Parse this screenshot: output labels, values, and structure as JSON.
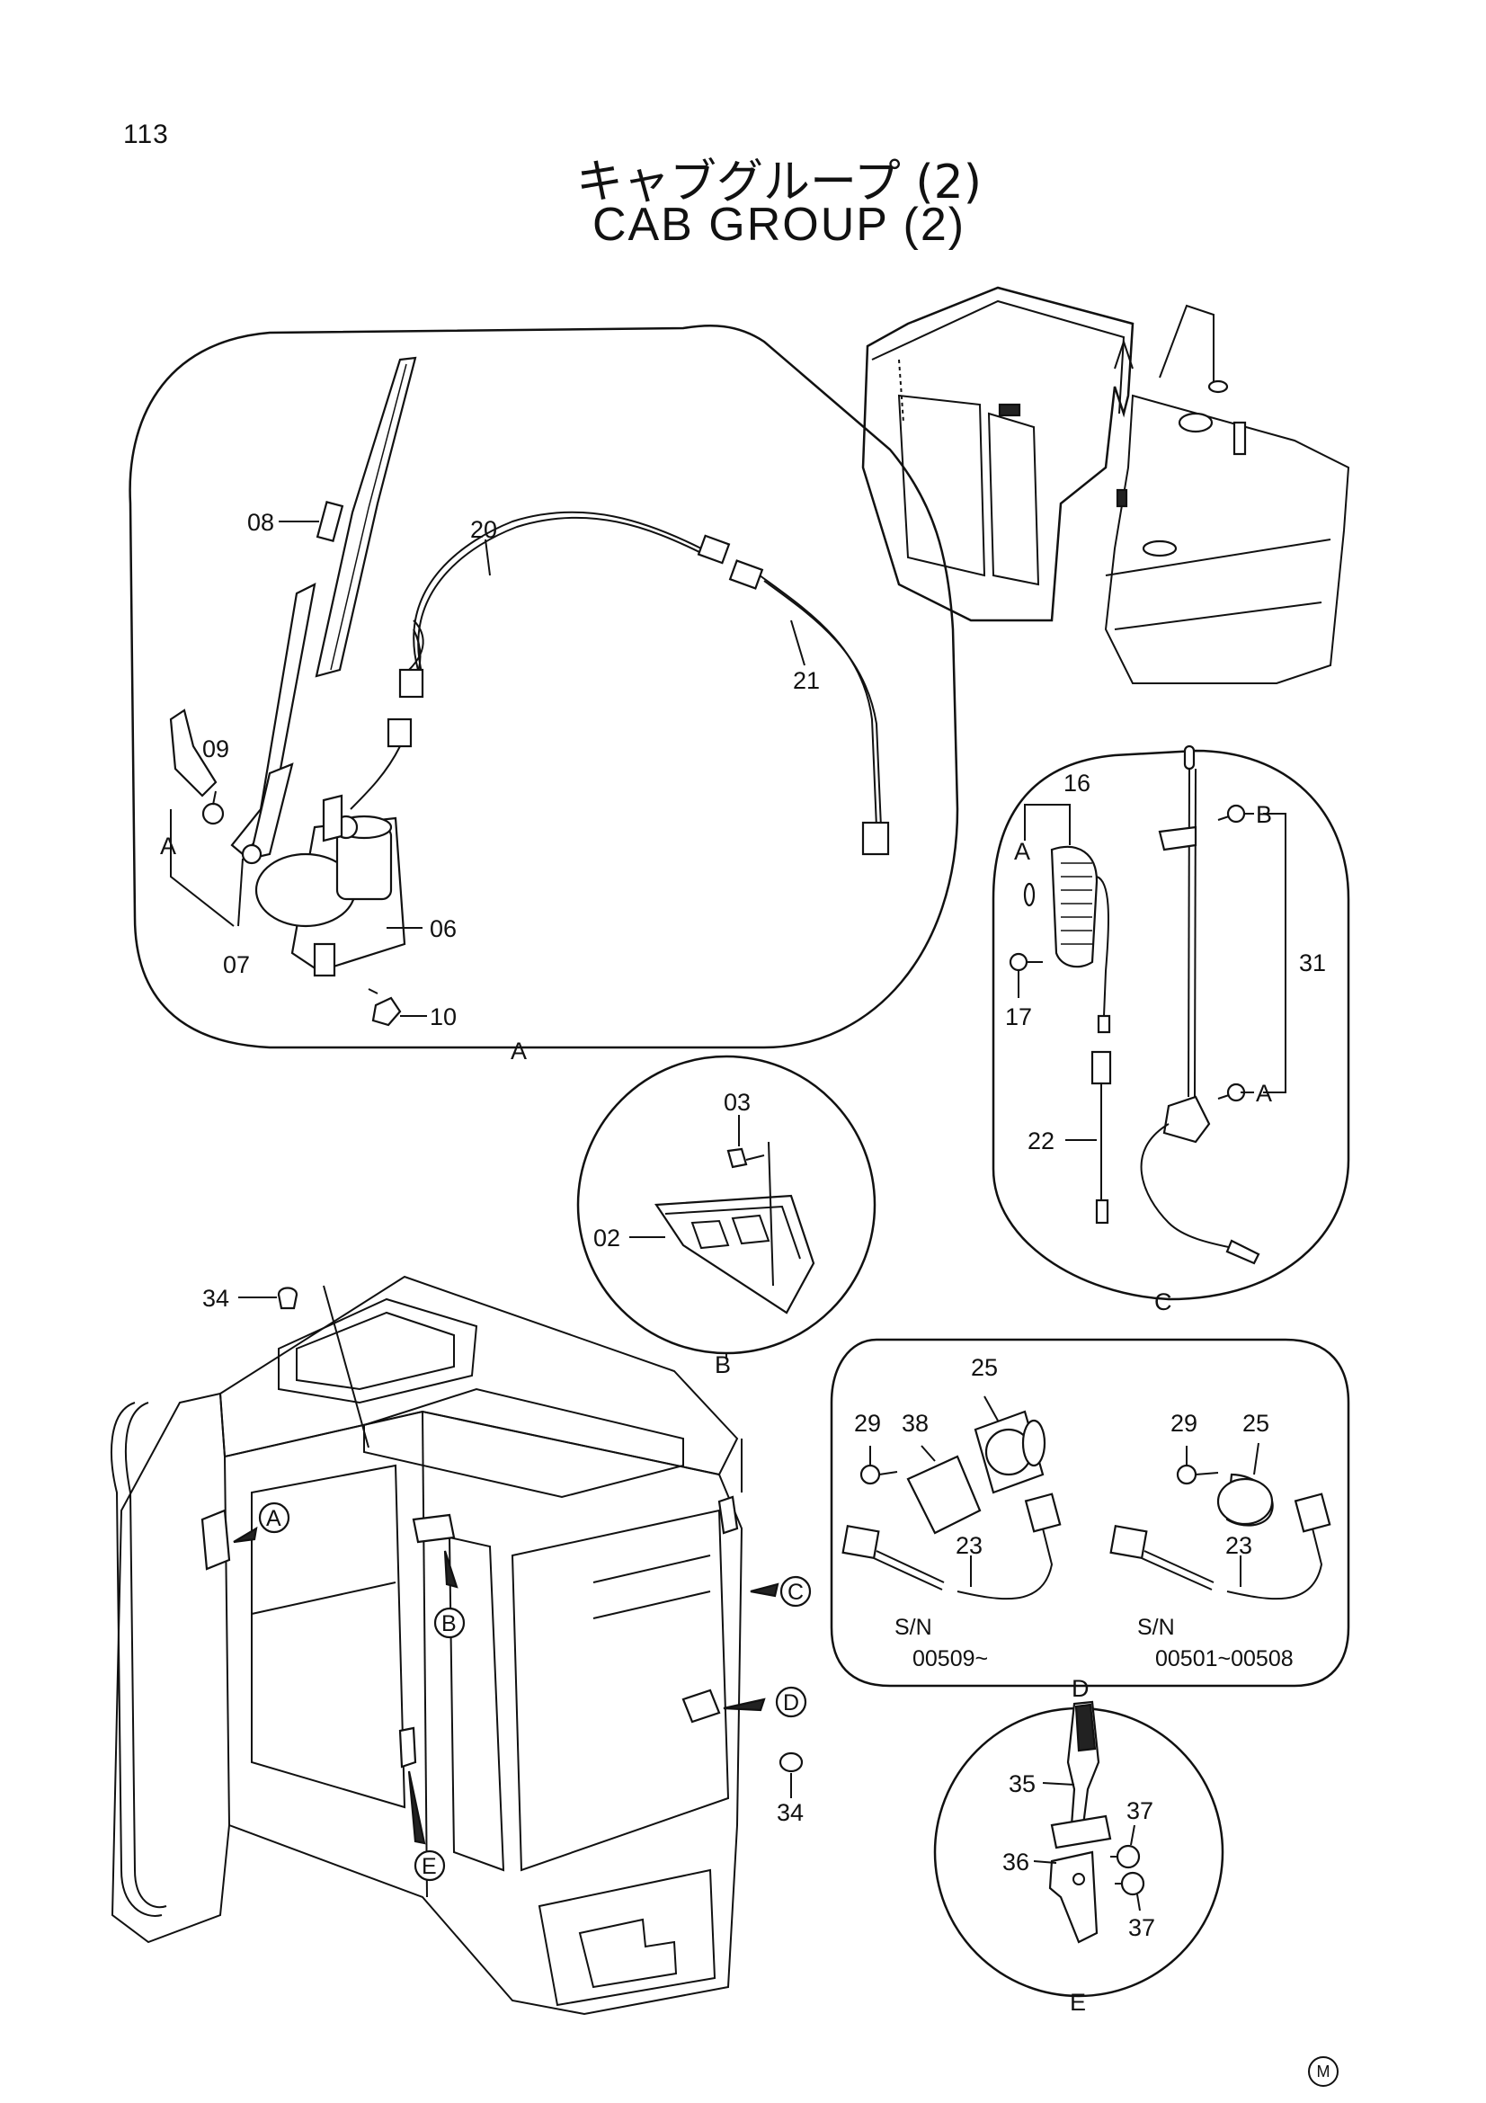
{
  "page_number": "113",
  "title_jp": "キャブグループ (2)",
  "title_en": "CAB GROUP (2)",
  "corner_mark": "M",
  "views": {
    "A": "A",
    "B": "B",
    "C": "C",
    "D": "D",
    "E": "E"
  },
  "callouts": {
    "c08": "08",
    "c20": "20",
    "c21": "21",
    "c09": "09",
    "cA_left": "A",
    "c07": "07",
    "c06": "06",
    "c10": "10",
    "c16": "16",
    "cA_c": "A",
    "c17": "17",
    "cB_c": "B",
    "c31": "31",
    "cA_c2": "A",
    "c22": "22",
    "c03": "03",
    "c02": "02",
    "c34_top": "34",
    "c34_bot": "34",
    "c25_l": "25",
    "c38": "38",
    "c29_l": "29",
    "c23_l": "23",
    "c29_r": "29",
    "c25_r": "25",
    "c23_r": "23",
    "c35": "35",
    "c37_a": "37",
    "c36": "36",
    "c37_b": "37"
  },
  "serial": {
    "label_left": "S/N",
    "range_left": "00509~",
    "label_right": "S/N",
    "range_right": "00501~00508"
  },
  "markers": {
    "mA": "A",
    "mB": "B",
    "mC": "C",
    "mD": "D",
    "mE": "E"
  }
}
